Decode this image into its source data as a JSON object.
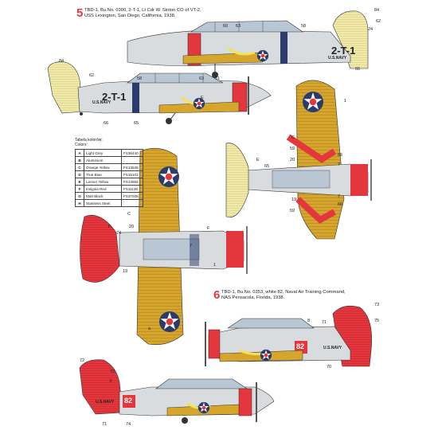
{
  "profile5": {
    "badge": "5",
    "lines": [
      "TBD-1, Bu.No. 0300, 2-T-1, Lt Cdr W. Sinton CO of VT-2,",
      "USS Lexington, San Diego, California, 1938."
    ],
    "code_top": "2-T-1",
    "code_mid": "2-T-1",
    "navy": "U.S.NAVY",
    "callouts_top": [
      "84",
      "60",
      "63",
      "58",
      "62",
      "24",
      "66"
    ],
    "callouts_mid": [
      "84",
      "62",
      "58",
      "63",
      "61",
      "E",
      "66",
      "65"
    ]
  },
  "profile6": {
    "badge": "6",
    "lines": [
      "TBD-1, Bu.No. 0353, white 82, Naval Air Training Command,",
      "NAS Pensacola, Florida, 1938."
    ],
    "code": "82",
    "navy": "U.S.NAVY",
    "callouts_side1": [
      "73",
      "75",
      "8",
      "71",
      "70"
    ],
    "callouts_side2": [
      "72",
      "73",
      "F",
      "71",
      "74"
    ]
  },
  "top_view_callouts": [
    "1",
    "C",
    "59",
    "20",
    "66",
    "7",
    "E",
    "65",
    "19",
    "59",
    "7",
    "66"
  ],
  "bottom_view_callouts": [
    "C",
    "20",
    "74",
    "F",
    "F",
    "7",
    "19",
    "1",
    "a"
  ],
  "legend": {
    "title": "Tabela kolorów:",
    "subtitle": "Colors:",
    "rows": [
      {
        "code": "A",
        "name": "Light Grey",
        "fs": "FS36440"
      },
      {
        "code": "B",
        "name": "Aluminium",
        "fs": ""
      },
      {
        "code": "C",
        "name": "Orange Yellow",
        "fs": "FS13538"
      },
      {
        "code": "D",
        "name": "True Blue",
        "fs": "FS15102"
      },
      {
        "code": "E",
        "name": "Lemon Yellow",
        "fs": "FS13655"
      },
      {
        "code": "F",
        "name": "Insignia Red",
        "fs": "FS11136"
      },
      {
        "code": "G",
        "name": "Matt Black",
        "fs": "FS37038"
      },
      {
        "code": "H",
        "name": "Stainless Steel",
        "fs": ""
      }
    ]
  },
  "colors": {
    "aluminium": "#d9dcdf",
    "orange_yellow": "#d6a52c",
    "insignia_red": "#e3373d",
    "true_blue": "#2b3b6b",
    "lemon_yellow": "#f2ecb0",
    "black": "#222222"
  }
}
